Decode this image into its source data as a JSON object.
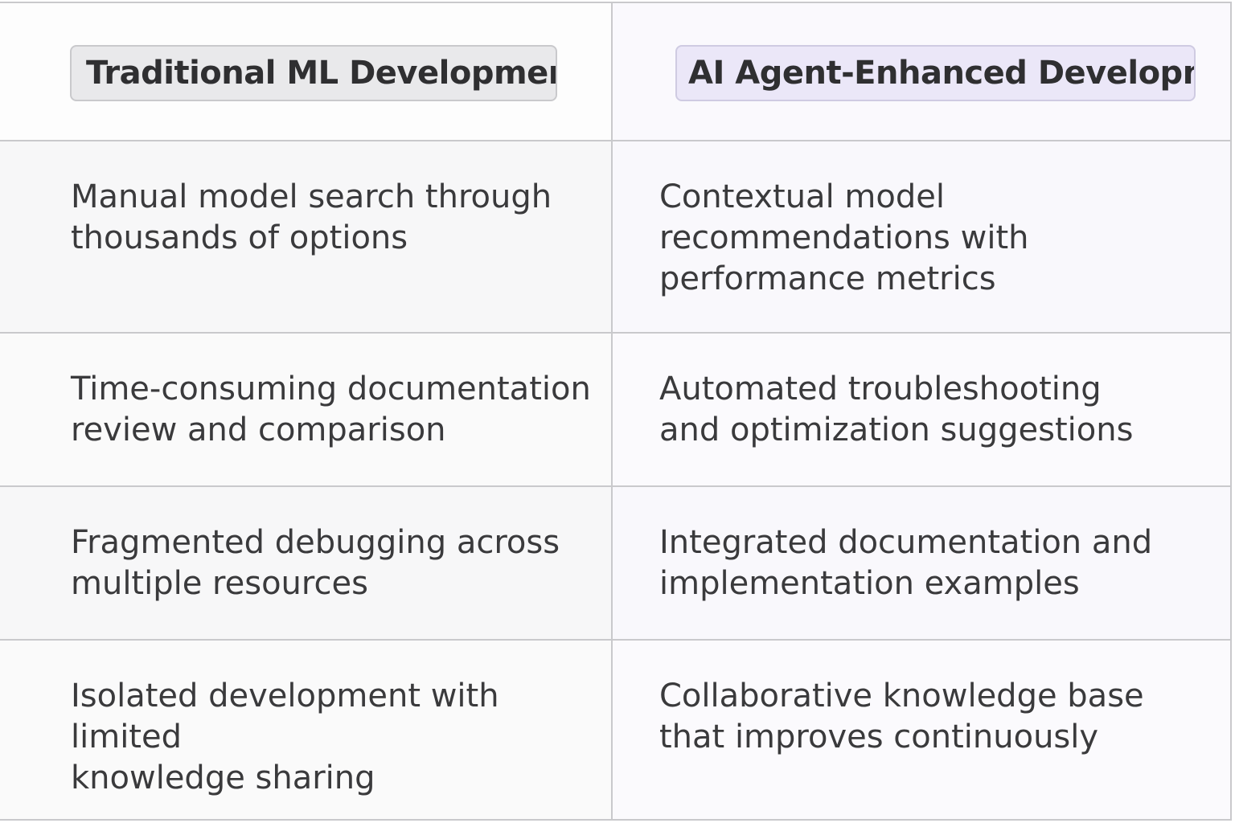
{
  "table": {
    "headers": {
      "traditional": "Traditional ML Development",
      "agent": "AI Agent-Enhanced Developme"
    },
    "rows": [
      {
        "traditional": "Manual model search through\nthousands of options",
        "agent": "Contextual model\nrecommendations with\nperformance metrics"
      },
      {
        "traditional": "Time-consuming documentation\nreview and comparison",
        "agent": "Automated troubleshooting\nand optimization suggestions"
      },
      {
        "traditional": "Fragmented debugging across\nmultiple resources",
        "agent": "Integrated documentation and\nimplementation examples"
      },
      {
        "traditional": "Isolated development with limited\nknowledge sharing",
        "agent": "Collaborative knowledge base\nthat improves continuously"
      }
    ]
  },
  "colors": {
    "border": "#c9c9cc",
    "traditional_header_bg": "#e9e9eb",
    "agent_header_bg": "#ebe7f8",
    "text": "#3a3a3c"
  }
}
